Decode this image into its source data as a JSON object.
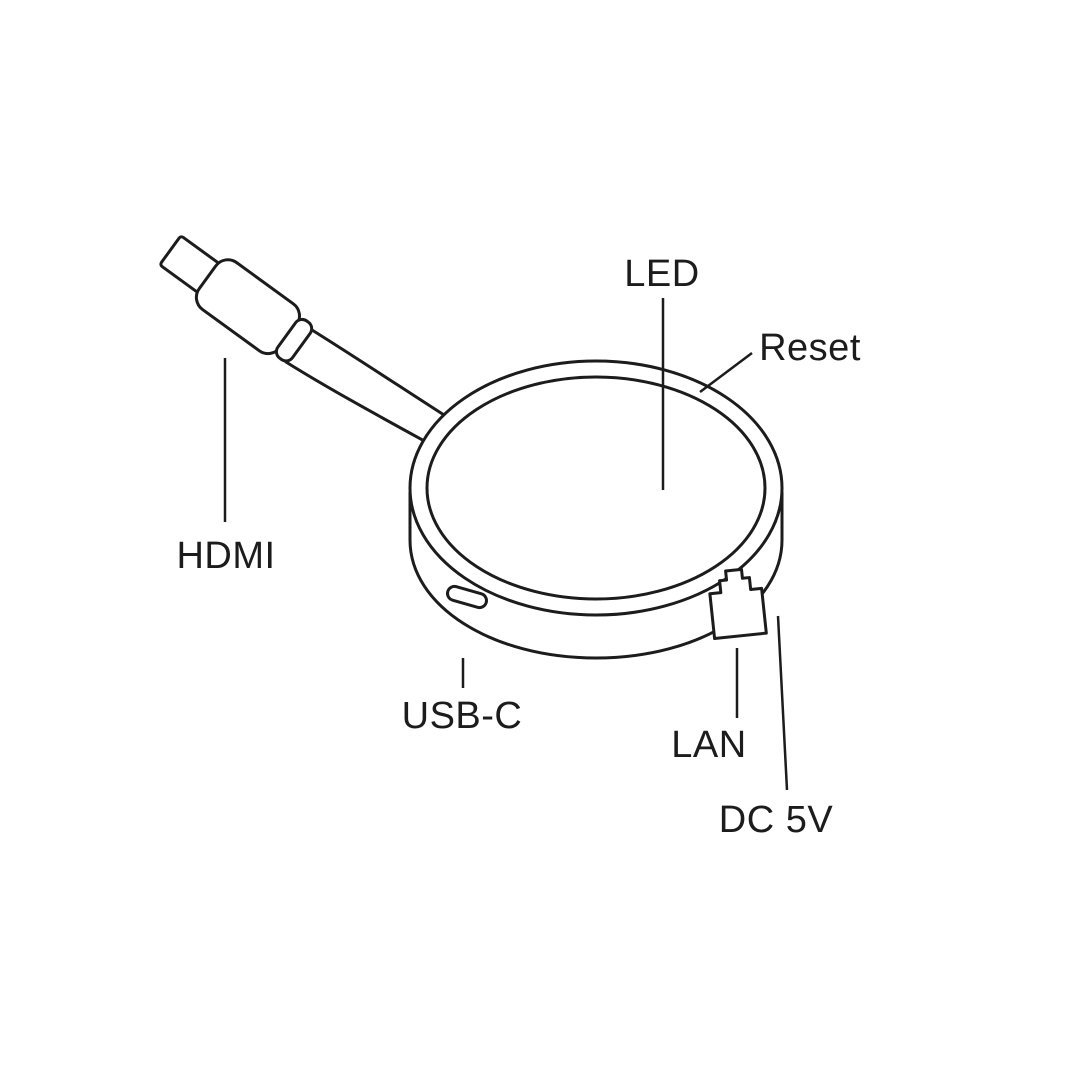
{
  "page": {
    "background": "#ffffff",
    "line_color": "#1c1c1c"
  },
  "diagram": {
    "labels": {
      "led": "LED",
      "reset": "Reset",
      "hdmi": "HDMI",
      "usb_c": "USB-C",
      "lan": "LAN",
      "dc_5v": "DC 5V"
    }
  }
}
